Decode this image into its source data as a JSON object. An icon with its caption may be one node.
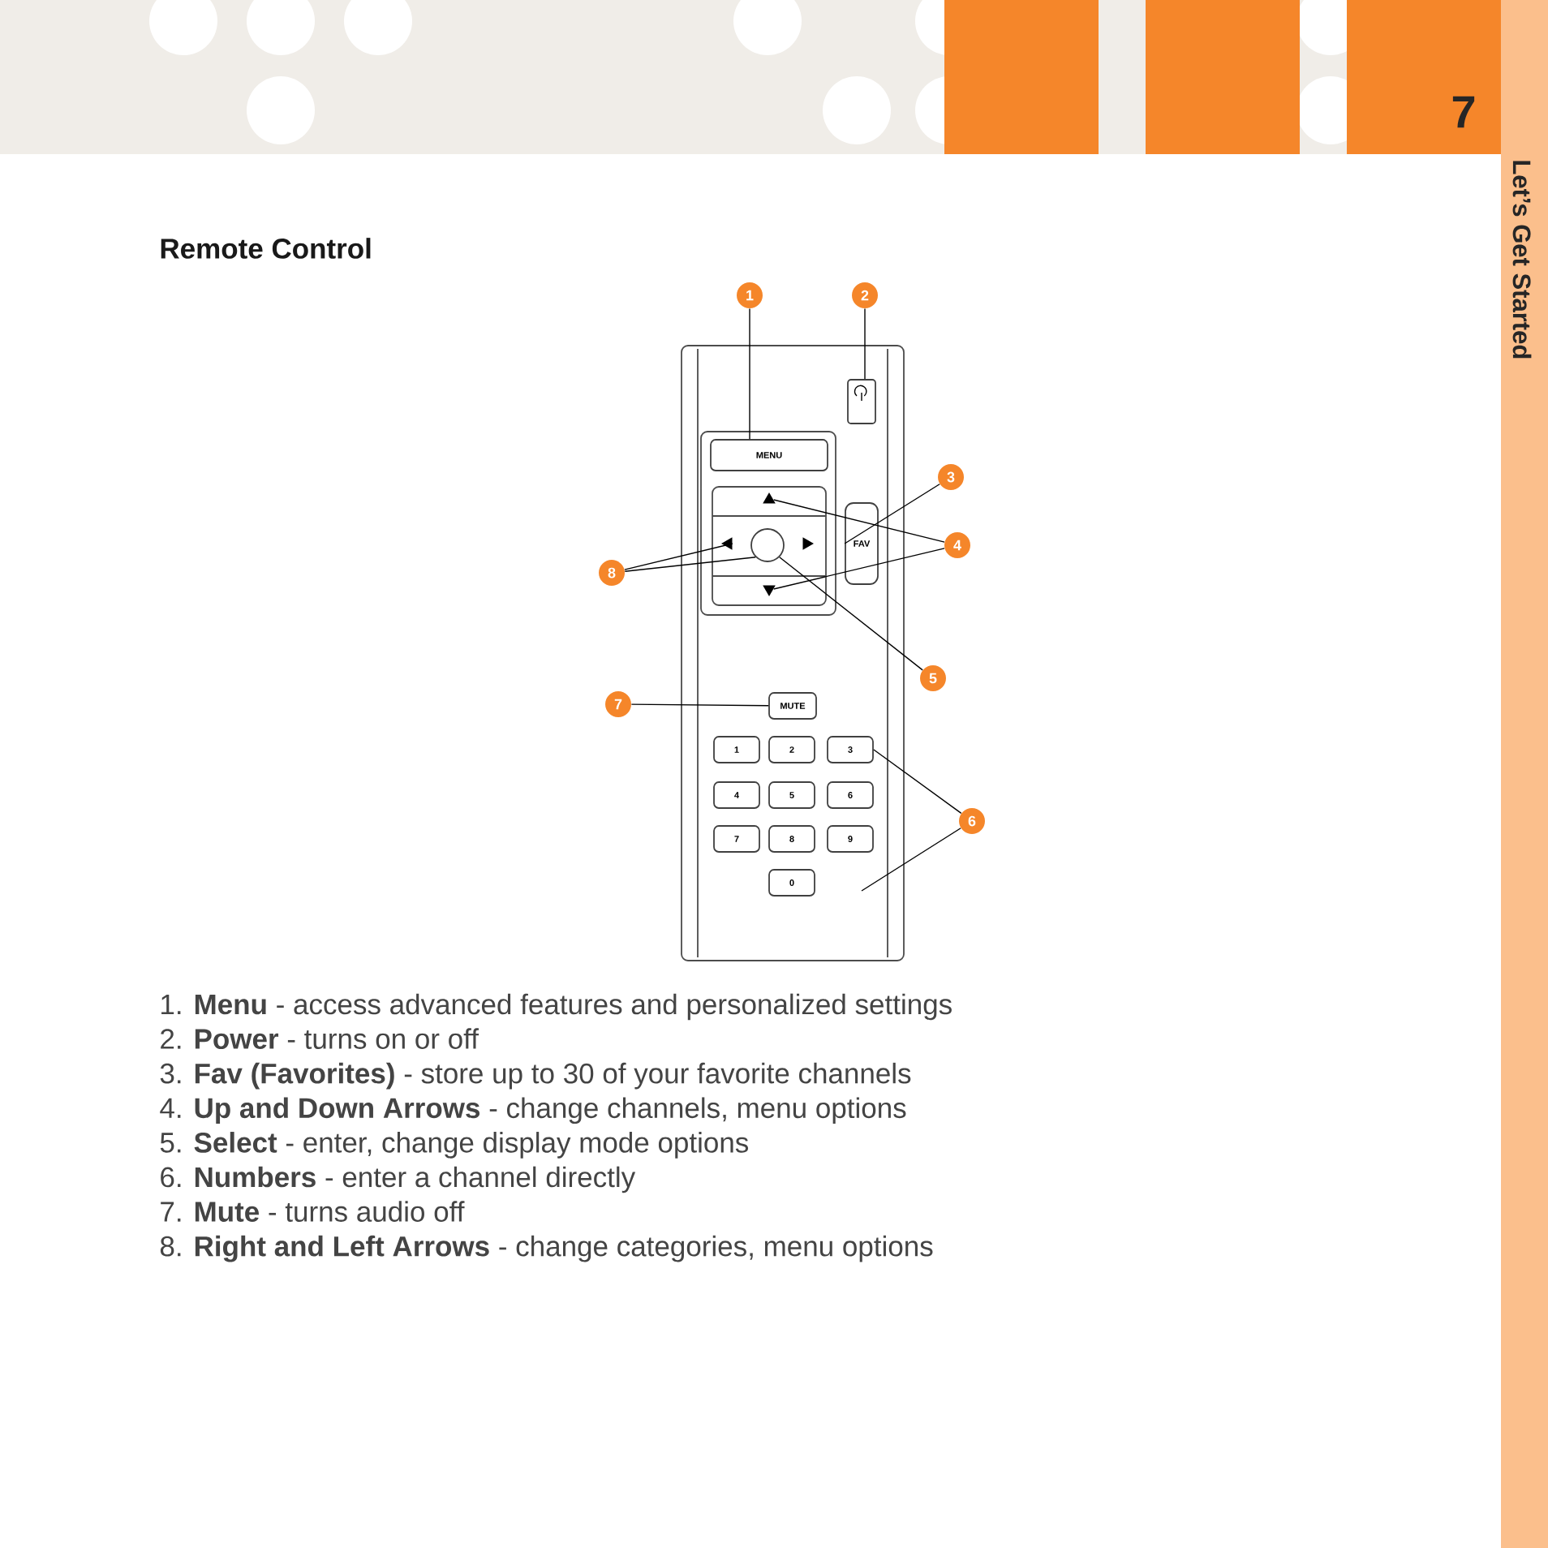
{
  "diagram": {
    "title": "Remote Control",
    "nodes": [
      {
        "text": [
          "1"
        ]
      },
      {
        "text": [
          "2"
        ]
      },
      {
        "text": [],
        "shape": "box"
      },
      {
        "text": [
          "MENU"
        ]
      },
      {
        "text": [
          "3"
        ]
      },
      {
        "text": [],
        "shape": "triangle"
      },
      {
        "text": [
          "FAV"
        ]
      },
      {
        "text": [
          "8"
        ]
      },
      {
        "text": [],
        "shape": "triangle"
      },
      {
        "text": [],
        "shape": "circle"
      },
      {
        "text": [],
        "shape": "triangle"
      },
      {
        "text": [
          "4"
        ]
      },
      {
        "text": [],
        "shape": "triangle"
      },
      {
        "text": [
          "5"
        ]
      },
      {
        "text": [
          "7"
        ]
      },
      {
        "text": [
          "MUTE"
        ]
      },
      {
        "text": [
          "1"
        ]
      },
      {
        "text": [
          "2"
        ]
      },
      {
        "text": [
          "3"
        ]
      },
      {
        "text": [
          "4"
        ]
      },
      {
        "text": [
          "5"
        ]
      },
      {
        "text": [
          "6"
        ]
      },
      {
        "text": [
          "7"
        ]
      },
      {
        "text": [
          "8"
        ]
      },
      {
        "text": [
          "9"
        ]
      },
      {
        "text": [
          "6"
        ]
      },
      {
        "text": [
          "0"
        ]
      }
    ],
    "edges": [
      {
        "from": 0,
        "to": 3,
        "arrow": "none"
      },
      {
        "from": 1,
        "to": 2,
        "arrow": "none"
      },
      {
        "from": 4,
        "to": 6,
        "arrow": "none"
      },
      {
        "from": 11,
        "to": 5,
        "arrow": "none"
      },
      {
        "from": 11,
        "to": 12,
        "arrow": "none"
      },
      {
        "from": 13,
        "to": 9,
        "arrow": "none"
      },
      {
        "from": 7,
        "to": 8,
        "arrow": "none"
      },
      {
        "from": 7,
        "to": 9,
        "arrow": "none"
      },
      {
        "from": 14,
        "to": 15,
        "arrow": "none"
      },
      {
        "from": 25,
        "to": 18,
        "arrow": "none"
      },
      {
        "from": 25,
        "to": null,
        "arrow": "none"
      }
    ],
    "labels": [
      "7",
      "Let’s Get Started",
      "1. **Menu** - access advanced features and personalized settings",
      "2. **Power** - turns on or off",
      "3. **Fav (Favorites)** - store up to 30 of your favorite channels",
      "4. **Up and Down Arrows** - change channels, menu options",
      "5. **Select** - enter, change display mode options",
      "6. **Numbers** - enter a channel directly",
      "7. **Mute** - turns audio off",
      "8. **Right and Left Arrows** - change categories, menu options"
    ]
  }
}
